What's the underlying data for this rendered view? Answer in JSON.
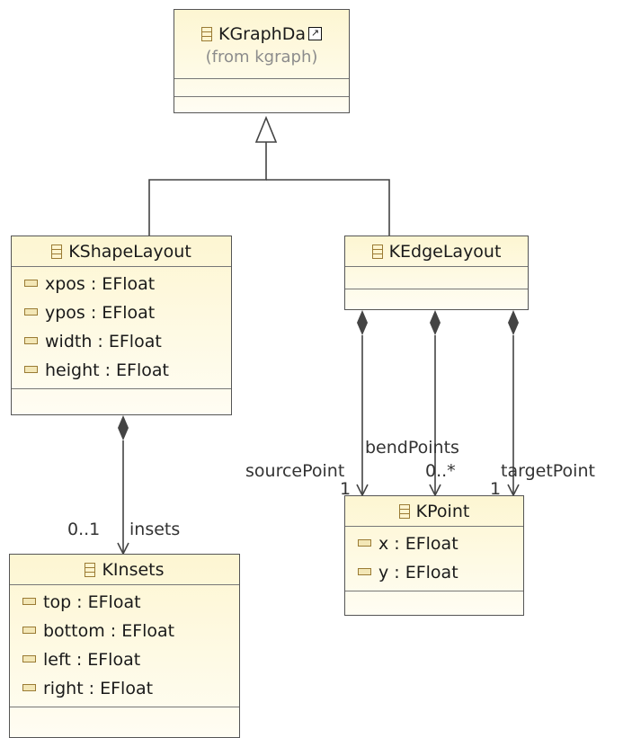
{
  "classes": {
    "kgraphdata": {
      "name": "KGraphDa",
      "subtitle": "(from kgraph)",
      "shortcut_glyph": "↗"
    },
    "kshapelayout": {
      "name": "KShapeLayout",
      "attributes": [
        "xpos : EFloat",
        "ypos : EFloat",
        "width : EFloat",
        "height : EFloat"
      ]
    },
    "kedgelayout": {
      "name": "KEdgeLayout",
      "attributes": []
    },
    "kinsets": {
      "name": "KInsets",
      "attributes": [
        "top : EFloat",
        "bottom : EFloat",
        "left : EFloat",
        "right : EFloat"
      ]
    },
    "kpoint": {
      "name": "KPoint",
      "attributes": [
        "x : EFloat",
        "y : EFloat"
      ]
    }
  },
  "labels": {
    "insets_mult": "0..1",
    "insets_role": "insets",
    "source_role": "sourcePoint",
    "source_mult": "1",
    "bend_role": "bendPoints",
    "bend_mult": "0..*",
    "target_role": "targetPoint",
    "target_mult": "1"
  },
  "colors": {
    "line": "#444444",
    "class_fill_top": "#fdf6d2",
    "class_fill_bottom": "#fffdf3",
    "icon": "#9a7b34"
  }
}
